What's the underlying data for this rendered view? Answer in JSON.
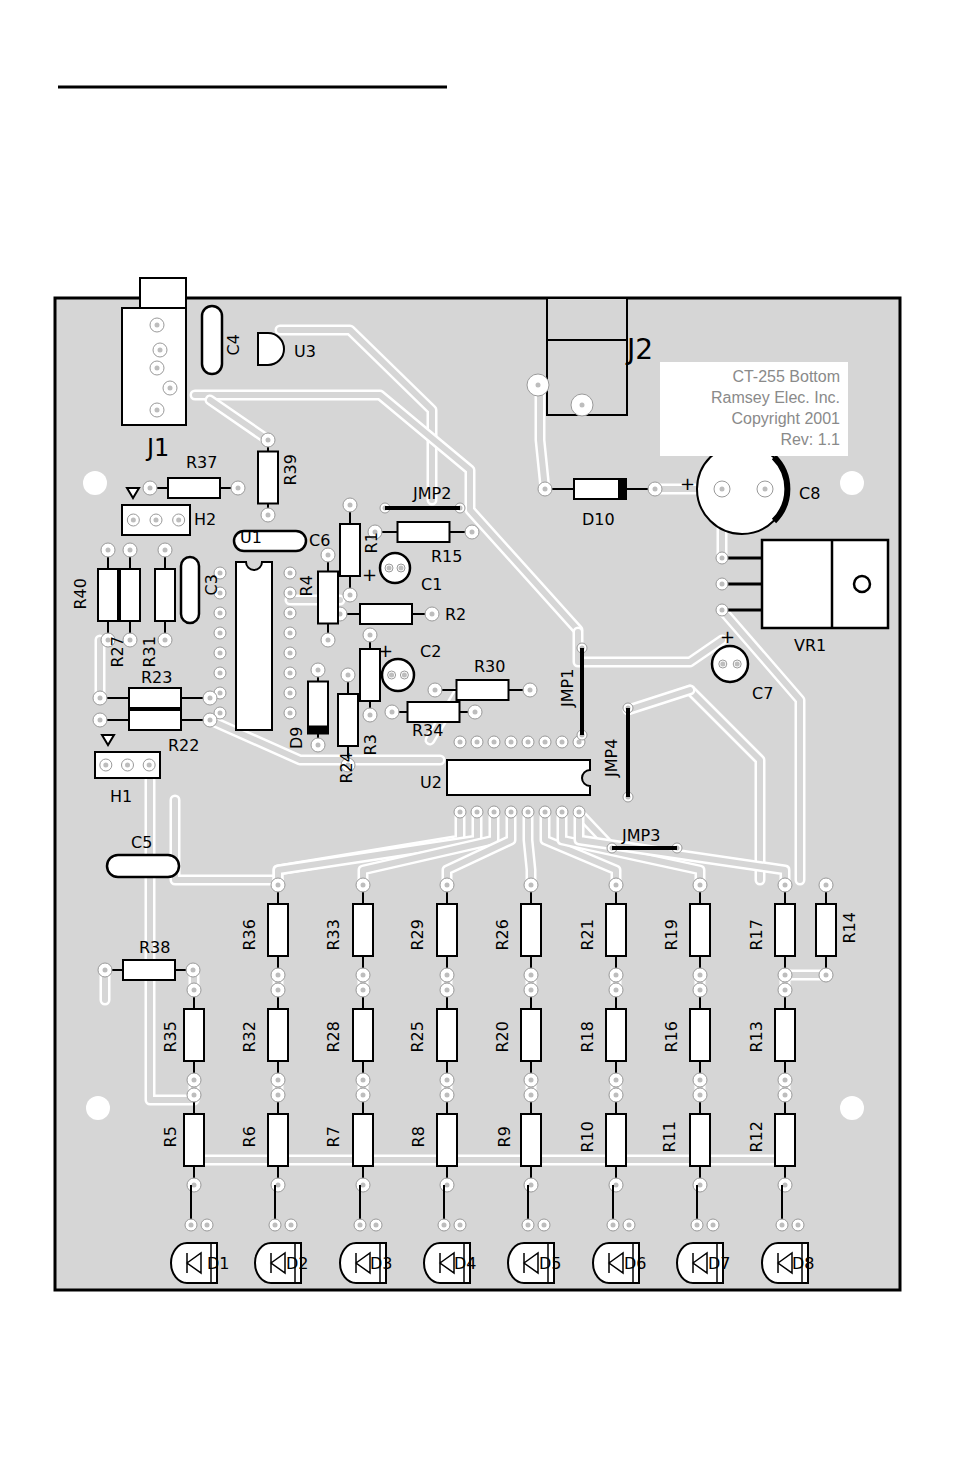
{
  "diagram": {
    "nodes": [
      {
        "text": [
          "CT-255  Bottom",
          "Ramsey Elec. Inc.",
          "Copyright 2001",
          "Rev: 1.1"
        ]
      }
    ],
    "labels": [
      "J1",
      "J2",
      "C4",
      "U3",
      "R37",
      "R39",
      "H2",
      "JMP2",
      "R1",
      "R15",
      "C1",
      "C6",
      "U1",
      "R40",
      "R27",
      "R31",
      "C3",
      "R4",
      "R2",
      "C2",
      "R30",
      "JMP1",
      "R23",
      "R22",
      "D9",
      "R24",
      "R3",
      "R34",
      "U2",
      "JMP4",
      "H1",
      "C5",
      "JMP3",
      "R36",
      "R33",
      "R29",
      "R26",
      "R21",
      "R19",
      "R17",
      "R14",
      "R38",
      "R35",
      "R32",
      "R28",
      "R25",
      "R20",
      "R18",
      "R16",
      "R13",
      "R5",
      "R6",
      "R7",
      "R8",
      "R9",
      "R10",
      "R11",
      "R12",
      "D1",
      "D2",
      "D3",
      "D4",
      "D5",
      "D6",
      "D7",
      "D8",
      "D10",
      "C8",
      "VR1",
      "C7",
      "+",
      "+",
      "+",
      "+"
    ]
  }
}
